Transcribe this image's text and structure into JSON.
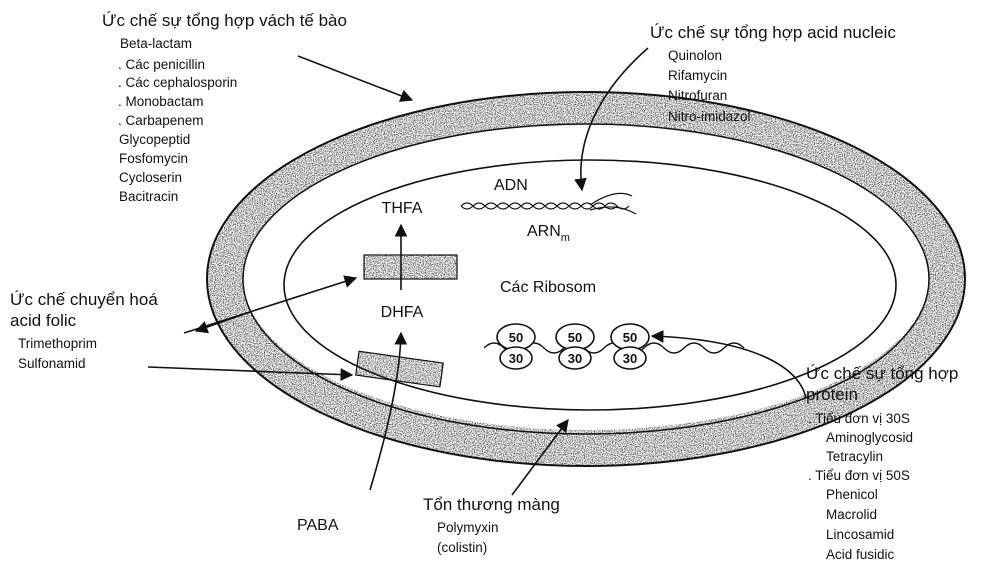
{
  "cell_wall": {
    "heading": "Ức chế sự tổng hợp vách tế bào",
    "items": [
      "Beta-lactam",
      ". Các penicillin",
      ". Các cephalosporin",
      ". Monobactam",
      ". Carbapenem",
      "Glycopeptid",
      "Fosfomycin",
      "Cycloserin",
      "Bacitracin"
    ]
  },
  "nucleic_acid": {
    "heading": "Ức chế sự tổng hợp acid nucleic",
    "items": [
      "Quinolon",
      "Rifamycin",
      "Nitrofuran",
      "Nitro-imidazol"
    ]
  },
  "folic_acid": {
    "heading_line1": "Ức chế chuyển hoá",
    "heading_line2": "acid folic",
    "items": [
      "Trimethoprim",
      "Sulfonamid"
    ]
  },
  "protein": {
    "heading_line1": "Ức chế sự tổng hợp",
    "heading_line2": "protein",
    "items": [
      ". Tiểu đơn vị 30S",
      "Aminoglycosid",
      "Tetracylin",
      ". Tiểu đơn vị 50S",
      "Phenicol",
      "Macrolid",
      "Lincosamid",
      "Acid fusidic"
    ]
  },
  "membrane": {
    "heading": "Tổn thương màng",
    "items": [
      "Polymyxin",
      "(colistin)"
    ]
  },
  "cell_labels": {
    "thfa": "THFA",
    "dhfa": "DHFA",
    "paba": "PABA",
    "adn": "ADN",
    "arn": "ARN",
    "arn_sub": "m",
    "ribosomes": "Các Ribosom"
  },
  "ribosome_units": [
    {
      "large": "50",
      "small": "30"
    },
    {
      "large": "50",
      "small": "30"
    },
    {
      "large": "50",
      "small": "30"
    }
  ]
}
